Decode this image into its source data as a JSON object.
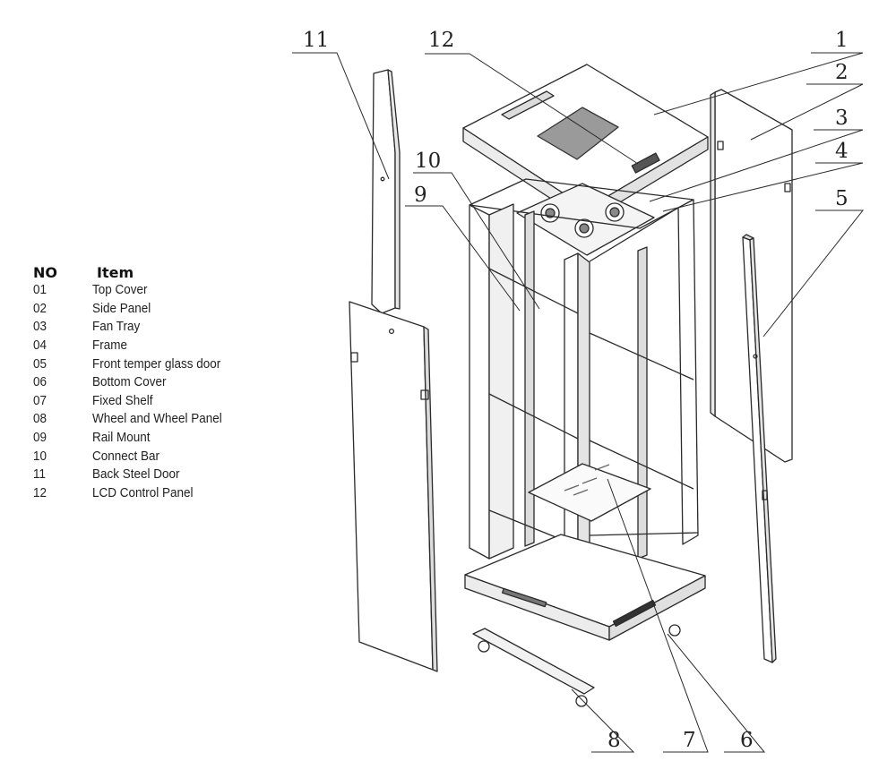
{
  "legend": {
    "header": {
      "no": "NO",
      "item": "Item"
    },
    "rows": [
      {
        "no": "01",
        "item": "Top Cover"
      },
      {
        "no": "02",
        "item": "Side Panel"
      },
      {
        "no": "03",
        "item": "Fan Tray"
      },
      {
        "no": "04",
        "item": "Frame"
      },
      {
        "no": "05",
        "item": "Front temper glass door"
      },
      {
        "no": "06",
        "item": "Bottom Cover"
      },
      {
        "no": "07",
        "item": "Fixed Shelf"
      },
      {
        "no": "08",
        "item": "Wheel and Wheel Panel"
      },
      {
        "no": "09",
        "item": "Rail Mount"
      },
      {
        "no": "10",
        "item": "Connect Bar"
      },
      {
        "no": "11",
        "item": "Back Steel Door"
      },
      {
        "no": "12",
        "item": "LCD Control Panel"
      }
    ]
  },
  "callouts": {
    "c1": "1",
    "c2": "2",
    "c3": "3",
    "c4": "4",
    "c5": "5",
    "c6": "6",
    "c7": "7",
    "c8": "8",
    "c9": "9",
    "c10": "10",
    "c11": "11",
    "c12": "12"
  }
}
